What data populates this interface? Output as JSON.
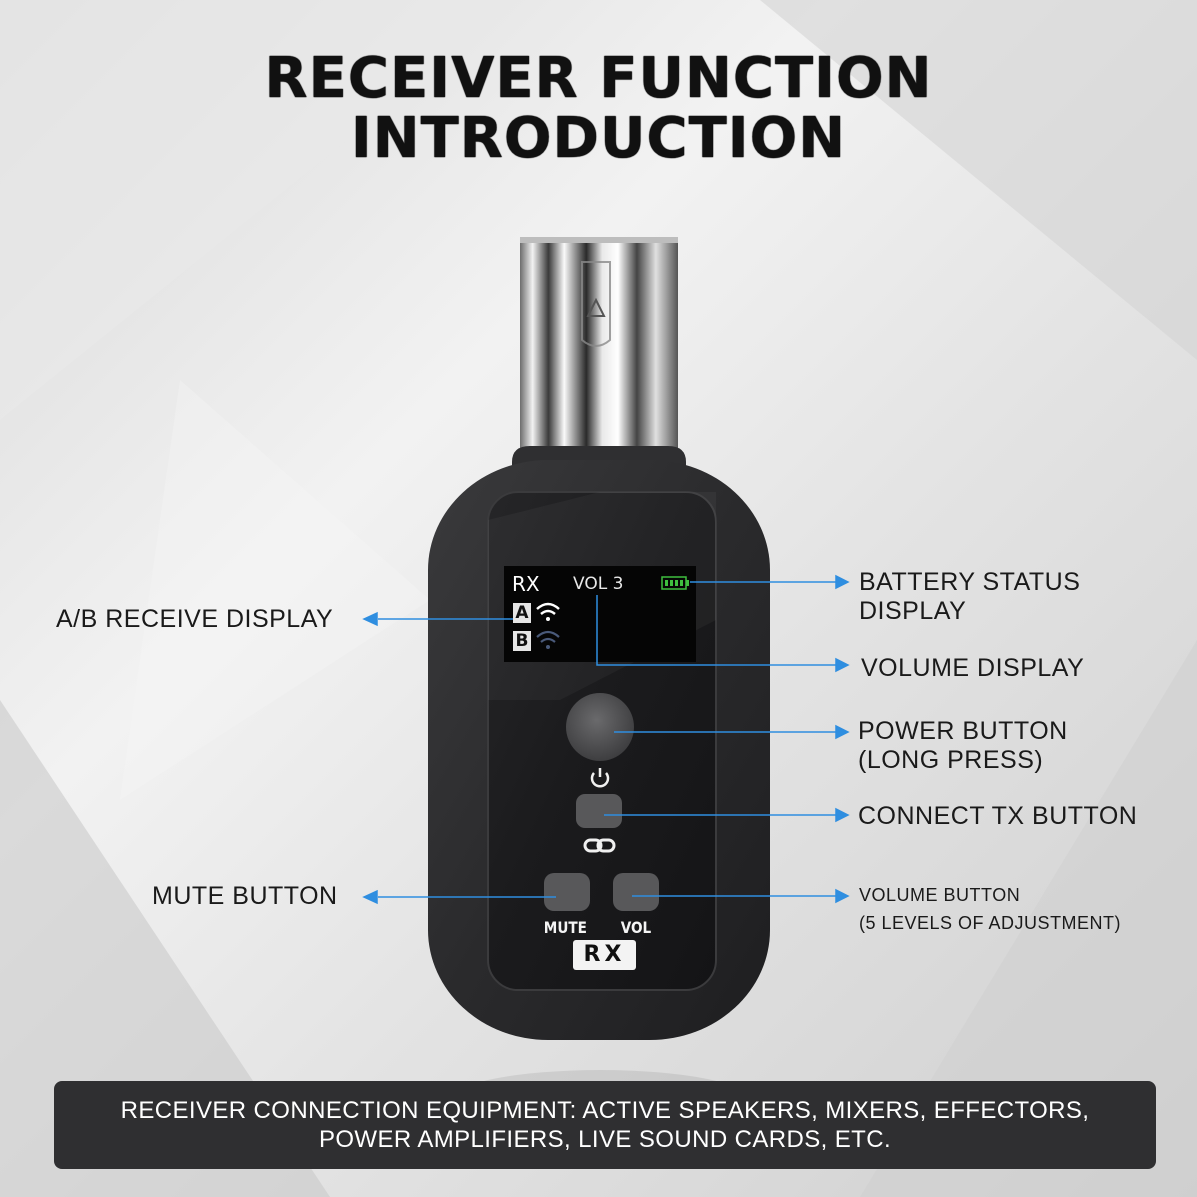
{
  "title": {
    "line1": "RECEIVER FUNCTION",
    "line2": "INTRODUCTION"
  },
  "screen": {
    "mode": "RX",
    "volume": "VOL 3",
    "channel_a": "A",
    "channel_b": "B"
  },
  "labels": {
    "ab_receive_display": "A/B RECEIVE DISPLAY",
    "battery_status_line1": "BATTERY STATUS",
    "battery_status_line2": "DISPLAY",
    "volume_display": "VOLUME DISPLAY",
    "power_button_line1": "POWER BUTTON",
    "power_button_line2": "(LONG PRESS)",
    "connect_tx_button": "CONNECT TX BUTTON",
    "mute_button": "MUTE BUTTON",
    "volume_button_line1": "VOLUME BUTTON",
    "volume_button_line2": "(5 LEVELS OF ADJUSTMENT)"
  },
  "device": {
    "mute_caption": "MUTE",
    "vol_caption": "VOL",
    "badge": "RX"
  },
  "footer": {
    "line1": "RECEIVER CONNECTION EQUIPMENT: ACTIVE SPEAKERS, MIXERS, EFFECTORS,",
    "line2": "POWER AMPLIFIERS, LIVE SOUND CARDS, ETC."
  },
  "colors": {
    "callout_blue": "#2f8ee0",
    "battery_green": "#3fbf3f",
    "body_dark": "#2b2b2d"
  }
}
